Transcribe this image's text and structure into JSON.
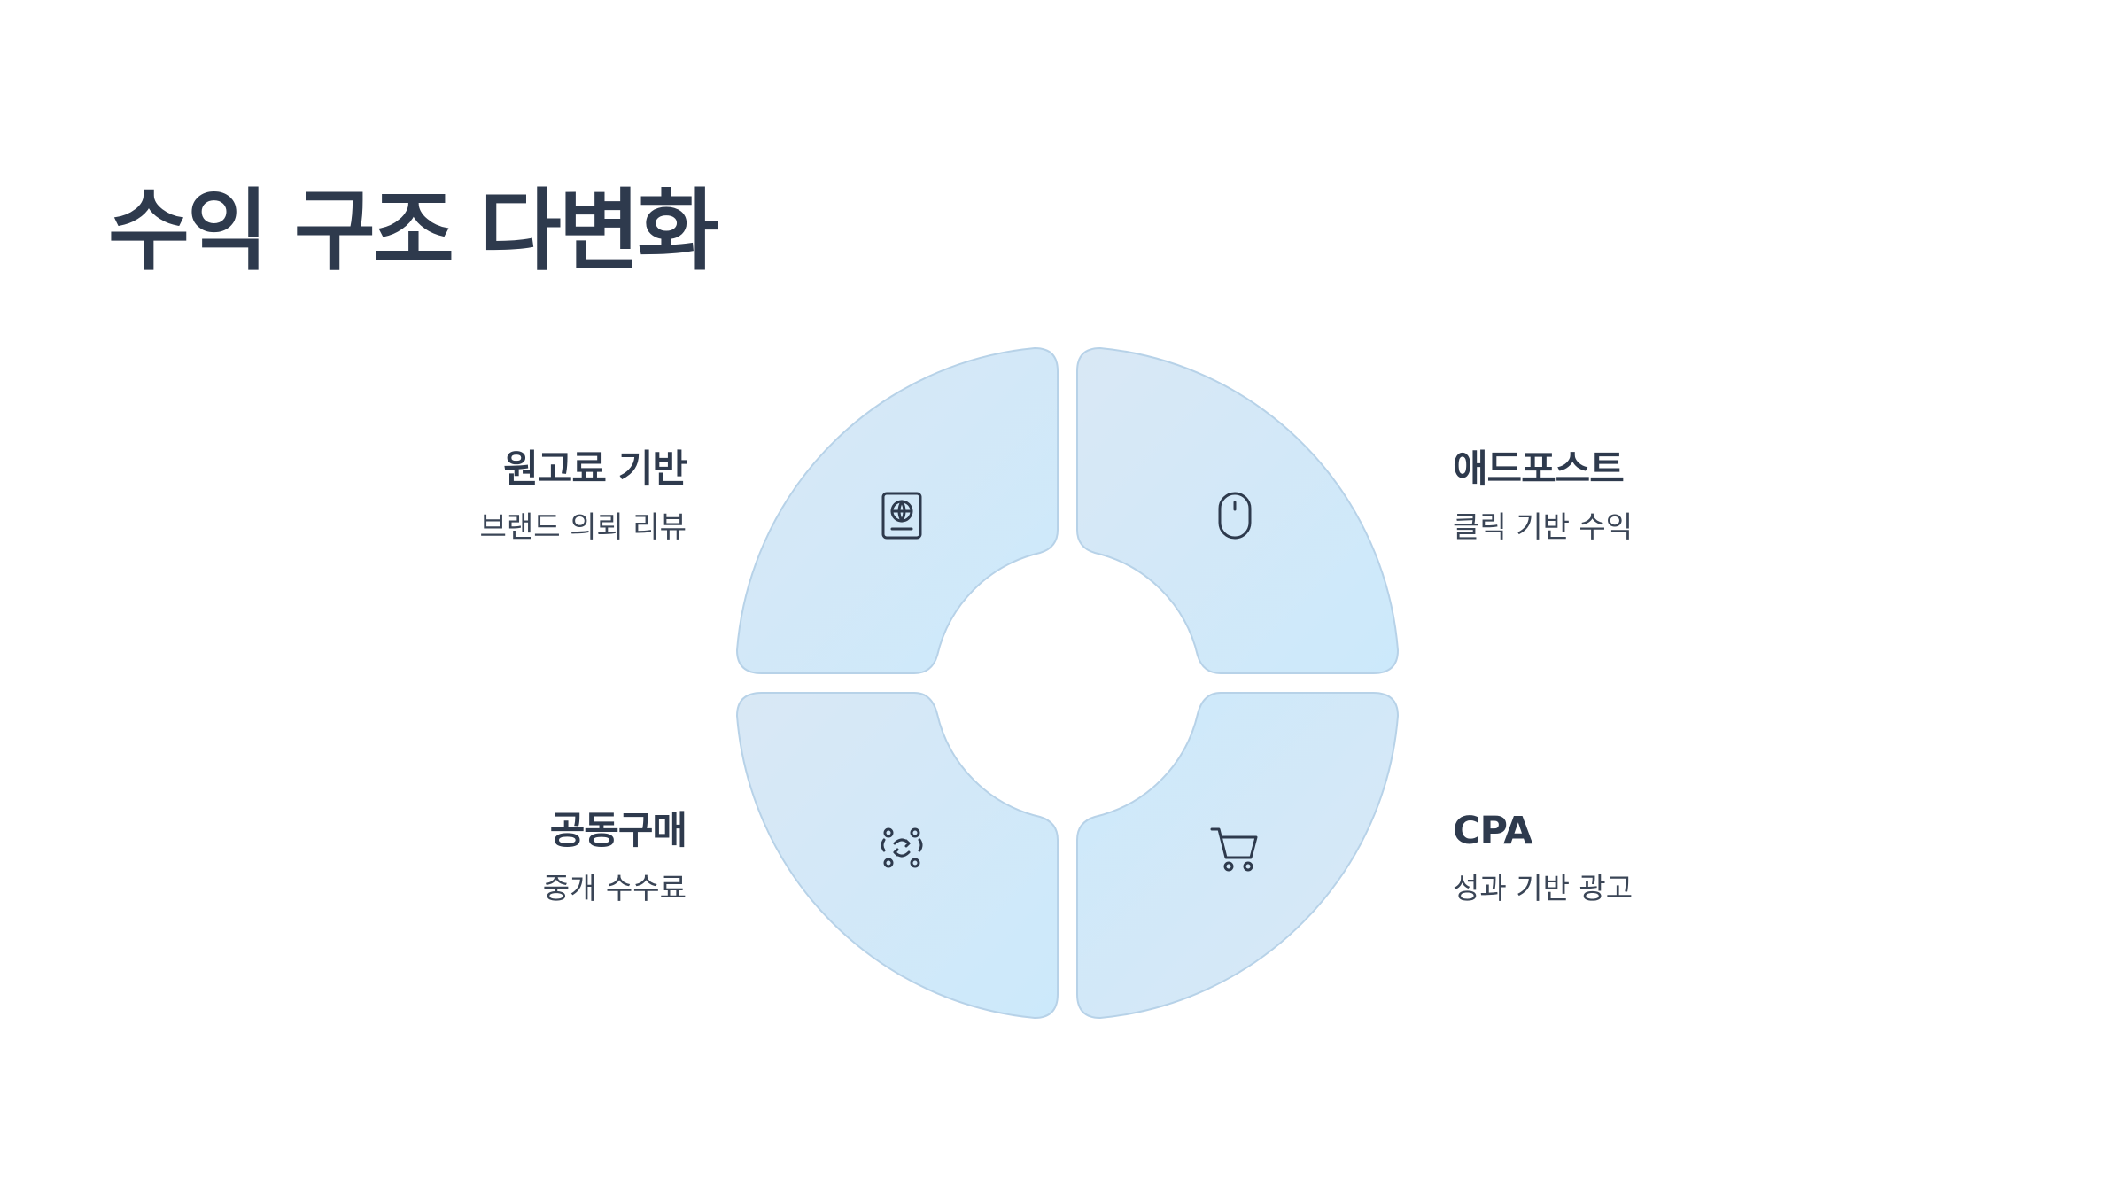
{
  "title": "수익 구조 다변화",
  "colors": {
    "text": "#2e3a4d",
    "subtext": "#3a4556",
    "quadrant_fill_light": "#d6e8f5",
    "quadrant_fill_accent": "#cde9fb",
    "quadrant_stroke": "#b7d2e8",
    "background": "#ffffff"
  },
  "quadrants": [
    {
      "position": "top-left",
      "title": "원고료 기반",
      "subtitle": "브랜드 의뢰 리뷰",
      "icon": "passport-globe-icon"
    },
    {
      "position": "top-right",
      "title": "애드포스트",
      "subtitle": "클릭 기반 수익",
      "icon": "mouse-icon"
    },
    {
      "position": "bottom-left",
      "title": "공동구매",
      "subtitle": "중개 수수료",
      "icon": "group-exchange-icon"
    },
    {
      "position": "bottom-right",
      "title": "CPA",
      "subtitle": "성과 기반 광고",
      "icon": "shopping-cart-icon"
    }
  ]
}
